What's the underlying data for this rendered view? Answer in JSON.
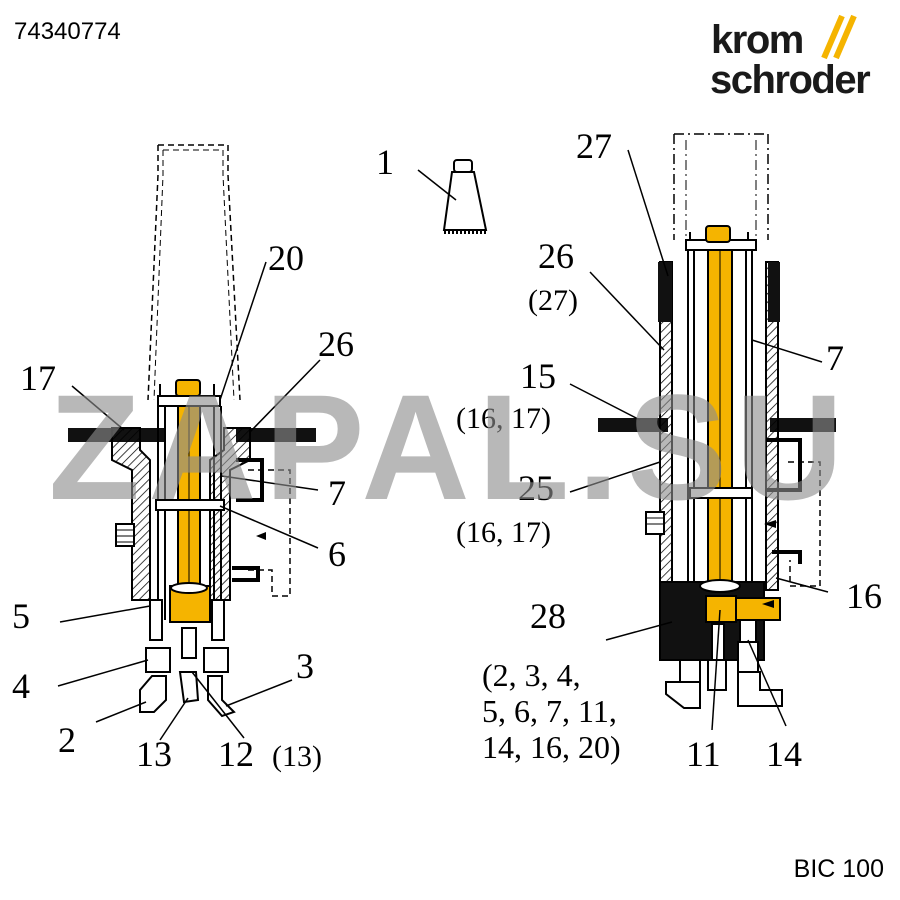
{
  "header": {
    "page_number": "74340774"
  },
  "logo": {
    "line1": "krom",
    "line2": "schroder",
    "slash_color": "#f5b400"
  },
  "footer": {
    "model": "BIC 100"
  },
  "watermark": {
    "text": "ZAPAL.SU"
  },
  "colors": {
    "core": "#f5b400",
    "ink": "#000000",
    "section": "#111111"
  },
  "left_view": {
    "labels": [
      "20",
      "26",
      "17",
      "7",
      "6",
      "5",
      "4",
      "3",
      "2",
      "13",
      "12",
      "(13)"
    ]
  },
  "top_view": {
    "labels": [
      "1"
    ]
  },
  "right_view": {
    "labels": [
      "27",
      "26",
      "(27)",
      "7",
      "15",
      "(16, 17)",
      "25",
      "(16, 17)",
      "16",
      "28",
      "(2, 3, 4,",
      "5, 6, 7, 11,",
      "14, 16, 20)",
      "11",
      "14"
    ]
  }
}
